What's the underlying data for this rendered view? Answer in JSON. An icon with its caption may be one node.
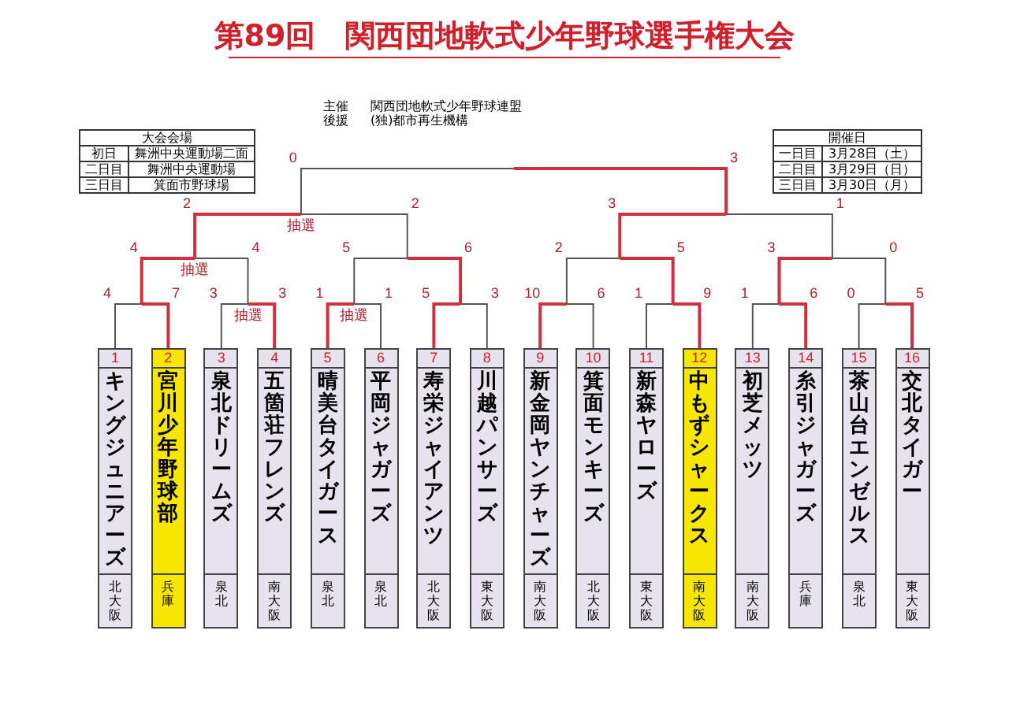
{
  "diagram": {
    "title": "第89回　関西団地軟式少年野球選手権大会",
    "nodes": [
      {
        "text": [
          "1",
          "キングジュニアーズ",
          "北大阪"
        ]
      },
      {
        "text": [
          "2",
          "宮川少年野球部",
          "兵庫"
        ]
      },
      {
        "text": [
          "3",
          "泉北ドリームズ",
          "泉北"
        ]
      },
      {
        "text": [
          "4",
          "五箇荘フレンズ",
          "南大阪"
        ]
      },
      {
        "text": [
          "5",
          "晴美台タイガース",
          "泉北"
        ]
      },
      {
        "text": [
          "6",
          "平岡ジャガーズ",
          "泉北"
        ]
      },
      {
        "text": [
          "7",
          "寿栄ジャイアンツ",
          "北大阪"
        ]
      },
      {
        "text": [
          "8",
          "川越パンサーズ",
          "東大阪"
        ]
      },
      {
        "text": [
          "9",
          "新金岡ヤンチャーズ",
          "南大阪"
        ]
      },
      {
        "text": [
          "10",
          "箕面モンキーズ",
          "北大阪"
        ]
      },
      {
        "text": [
          "11",
          "新森ヤローズ",
          "東大阪"
        ]
      },
      {
        "text": [
          "12",
          "中もずシャークス",
          "南大阪"
        ]
      },
      {
        "text": [
          "13",
          "初芝メッツ",
          "南大阪"
        ]
      },
      {
        "text": [
          "14",
          "糸引ジャガーズ",
          "兵庫"
        ]
      },
      {
        "text": [
          "15",
          "茶山台エンゼルス",
          "泉北"
        ]
      },
      {
        "text": [
          "16",
          "交北タイガー",
          "東大阪"
        ]
      }
    ],
    "labels": [
      "主催",
      "関西団地軟式少年野球連盟",
      "後援",
      "(独)都市再生機構",
      "大会会場",
      "開催日",
      "初日",
      "舞洲中央運動場二面",
      "一日目",
      "3月28日（土）",
      "二日目",
      "舞洲中央運動場",
      "二日目",
      "3月29日（日）",
      "三日目",
      "箕面市野球場",
      "三日目",
      "3月30日（月）",
      "0",
      "3",
      "2",
      "2",
      "3",
      "1",
      "抽選",
      "4",
      "4",
      "5",
      "6",
      "2",
      "5",
      "3",
      "0",
      "抽選",
      "4",
      "7",
      "3",
      "3",
      "1",
      "1",
      "5",
      "3",
      "10",
      "6",
      "1",
      "9",
      "1",
      "6",
      "0",
      "5",
      "抽選",
      "抽選"
    ]
  }
}
